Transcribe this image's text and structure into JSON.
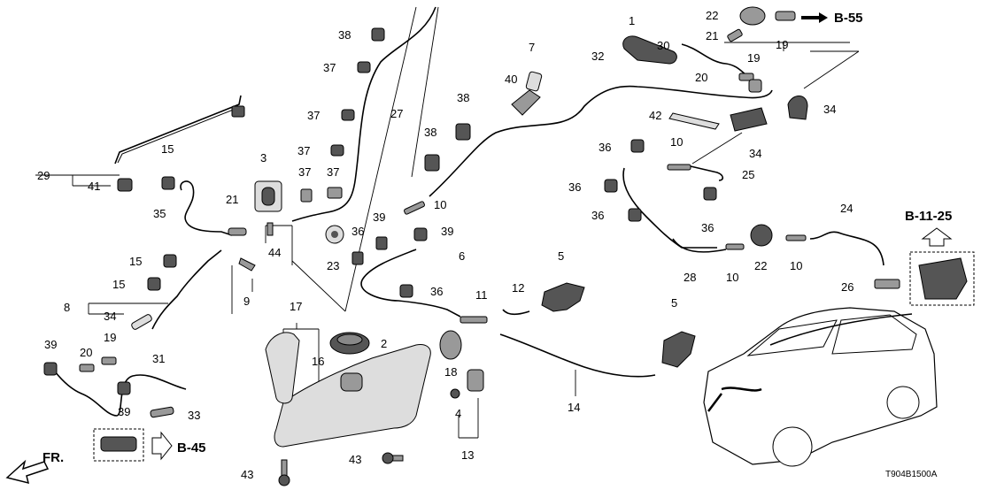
{
  "diagram": {
    "callouts": {
      "c1": "1",
      "c2": "2",
      "c3": "3",
      "c4": "4",
      "c5a": "5",
      "c5b": "5",
      "c6": "6",
      "c7": "7",
      "c8": "8",
      "c9": "9",
      "c10a": "10",
      "c10b": "10",
      "c10c": "10",
      "c10d": "10",
      "c11": "11",
      "c12": "12",
      "c13": "13",
      "c14": "14",
      "c15a": "15",
      "c15b": "15",
      "c15c": "15",
      "c16": "16",
      "c17": "17",
      "c18": "18",
      "c19a": "19",
      "c19b": "19",
      "c19c": "19",
      "c20a": "20",
      "c20b": "20",
      "c21a": "21",
      "c21b": "21",
      "c22a": "22",
      "c22b": "22",
      "c23": "23",
      "c24": "24",
      "c25": "25",
      "c26": "26",
      "c27": "27",
      "c28": "28",
      "c29": "29",
      "c30": "30",
      "c31": "31",
      "c32": "32",
      "c33": "33",
      "c34a": "34",
      "c34b": "34",
      "c34c": "34",
      "c35": "35",
      "c36a": "36",
      "c36b": "36",
      "c36c": "36",
      "c36d": "36",
      "c36e": "36",
      "c36f": "36",
      "c37a": "37",
      "c37b": "37",
      "c37c": "37",
      "c37d": "37",
      "c37e": "37",
      "c38a": "38",
      "c38b": "38",
      "c38c": "38",
      "c39a": "39",
      "c39b": "39",
      "c39c": "39",
      "c39d": "39",
      "c40": "40",
      "c41": "41",
      "c42": "42",
      "c43a": "43",
      "c43b": "43",
      "c44": "44"
    },
    "refs": {
      "b55": "B-55",
      "b45": "B-45",
      "b1125": "B-11-25",
      "front": "FR."
    },
    "diagram_code": "T904B1500A"
  }
}
